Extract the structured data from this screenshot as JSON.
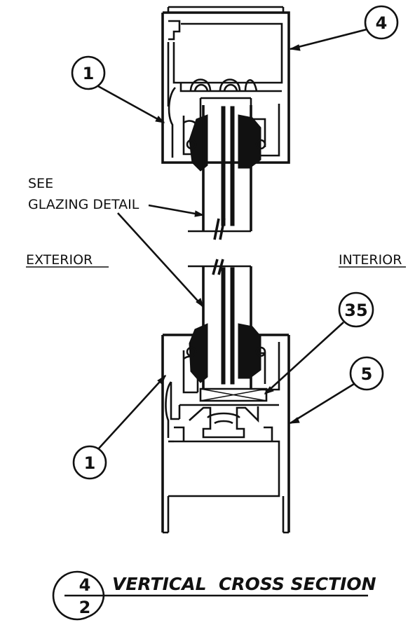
{
  "callouts": {
    "top_left": "1",
    "top_right": "4",
    "setting_block": "35",
    "sill": "5",
    "bottom_left": "1"
  },
  "labels": {
    "see": "SEE",
    "glazing_detail": "GLAZING DETAIL",
    "exterior": "EXTERIOR",
    "interior": "INTERIOR"
  },
  "title_block": {
    "detail_number": "4",
    "sheet_number": "2",
    "title": "VERTICAL  CROSS SECTION"
  }
}
